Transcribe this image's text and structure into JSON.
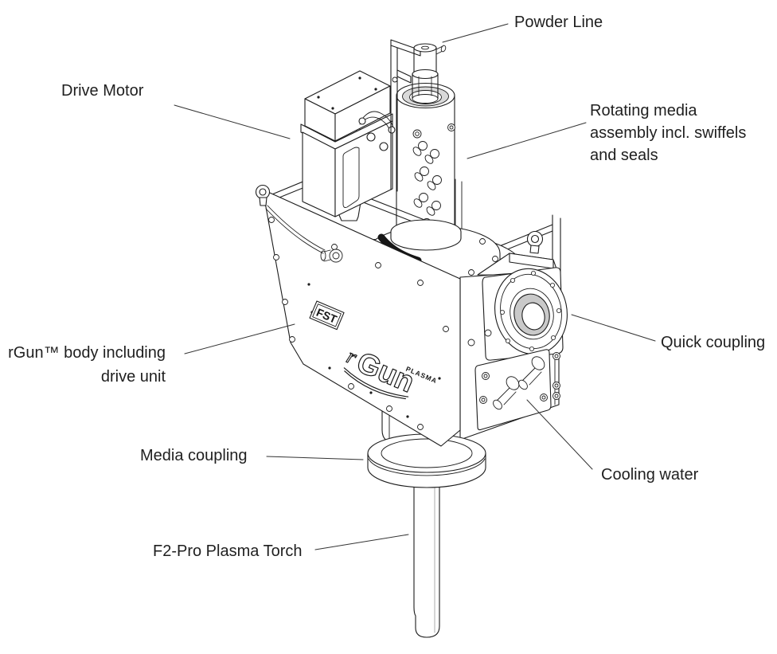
{
  "diagram": {
    "kind": "isometric line drawing of a rotating plasma-spray gun assembly"
  },
  "labels": {
    "powder_line": "Powder Line",
    "drive_motor": "Drive Motor",
    "rotating_media": "Rotating media\nassembly incl. swiffels\nand seals",
    "quick_coupling": "Quick coupling",
    "rgun_body": "rGun™ body including\ndrive unit",
    "media_coupling": "Media coupling",
    "cooling_water": "Cooling water",
    "plasma_torch": "F2-Pro Plasma Torch"
  },
  "device_markings": {
    "logo_box": "FST",
    "product_r": "r",
    "product_name": "Gun",
    "product_sub": "PLASMA"
  },
  "colors": {
    "background": "#ffffff",
    "line": "#1c1c1c",
    "label_text": "#1f1f1f",
    "shade_gray": "#c9c9c9",
    "dark_fill": "#161616"
  }
}
